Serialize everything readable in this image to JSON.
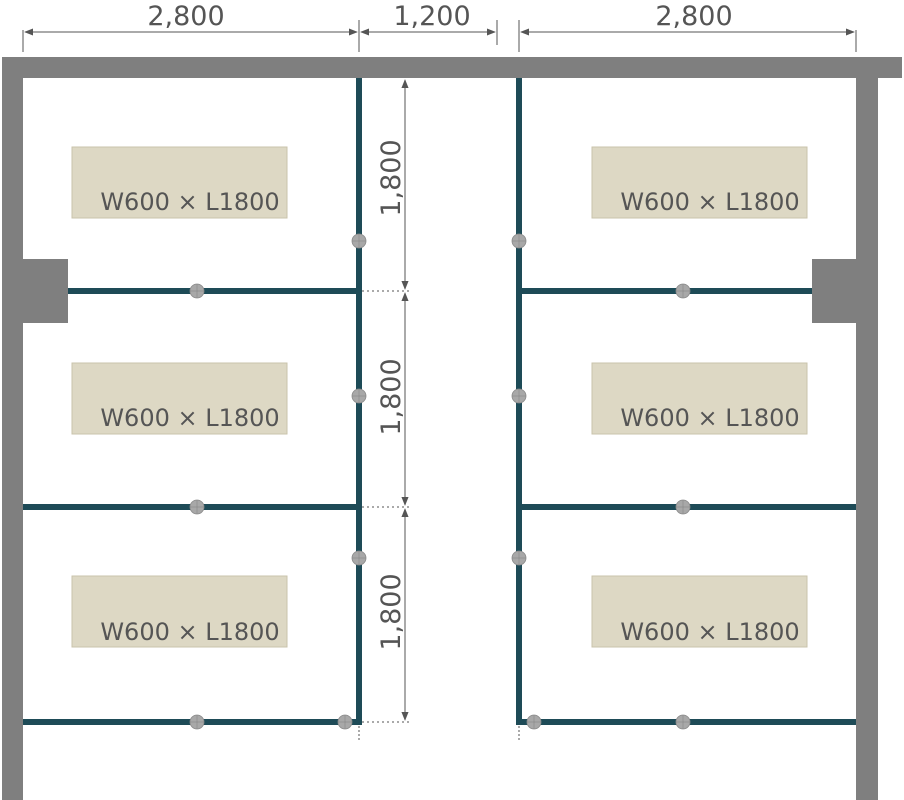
{
  "dimensions": {
    "horizontal": [
      "2,800",
      "1,200",
      "2,800"
    ],
    "vertical": [
      "1,800",
      "1,800",
      "1,800"
    ]
  },
  "desks": [
    {
      "label": "W600 × L1800"
    },
    {
      "label": "W600 × L1800"
    },
    {
      "label": "W600 × L1800"
    },
    {
      "label": "W600 × L1800"
    },
    {
      "label": "W600 × L1800"
    },
    {
      "label": "W600 × L1800"
    }
  ],
  "colors": {
    "wall": "#7f7f7f",
    "partition": "#1e4b57",
    "desk": "#ddd8c4",
    "joint": "#a8a8a8",
    "dim_line": "#555555"
  }
}
